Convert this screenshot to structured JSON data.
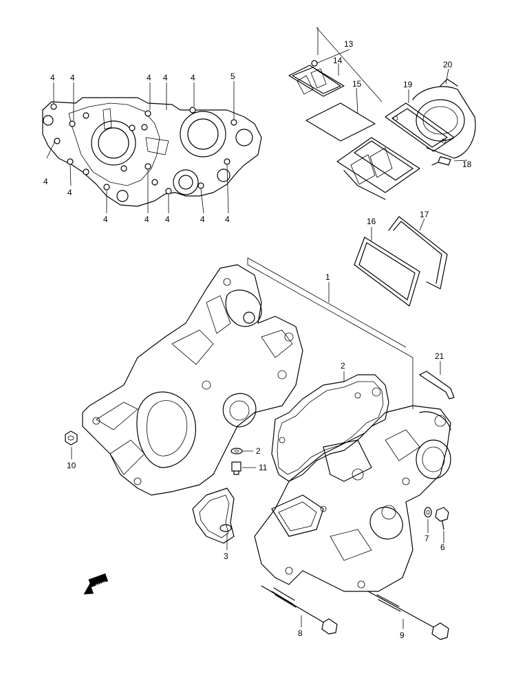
{
  "callouts": {
    "c4a": "4",
    "c4b": "4",
    "c4c": "4",
    "c4d": "4",
    "c4e": "4",
    "c4f": "4",
    "c4g": "4",
    "c4h": "4",
    "c4i": "4",
    "c4j": "4",
    "c4k": "4",
    "c4l": "4",
    "c5": "5",
    "c13": "13",
    "c14": "14",
    "c15": "15",
    "c19": "19",
    "c20": "20",
    "c18": "18",
    "c16": "16",
    "c17": "17",
    "c1": "1",
    "c2a": "2",
    "c2b": "2",
    "c11": "11",
    "c10": "10",
    "c21": "21",
    "c3": "3",
    "c7": "7",
    "c6": "6",
    "c8": "8",
    "c9": "9"
  },
  "fwd_label": "FWD"
}
